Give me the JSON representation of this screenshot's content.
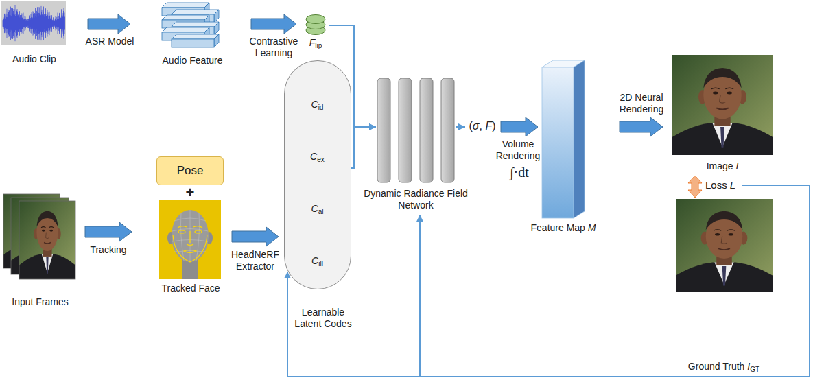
{
  "diagram": {
    "nodes": [
      {
        "text": [
          "Audio Clip"
        ]
      },
      {
        "text": [
          "Audio Feature"
        ]
      },
      {
        "text": [
          "Flip"
        ]
      },
      {
        "text": [
          "Input Frames"
        ]
      },
      {
        "text": [
          "Pose"
        ]
      },
      {
        "text": [
          "Tracked Face"
        ]
      },
      {
        "text": [
          "Learnable Latent Codes"
        ]
      },
      {
        "text": [
          "Cid"
        ],
        "in": 6
      },
      {
        "text": [
          "Cex"
        ],
        "in": 6
      },
      {
        "text": [
          "Cal"
        ],
        "in": 6
      },
      {
        "text": [
          "Cill"
        ],
        "in": 6
      },
      {
        "text": [
          "Dynamic Radiance Field Network"
        ]
      },
      {
        "text": [
          "Feature Map M"
        ]
      },
      {
        "text": [
          "Image I"
        ]
      },
      {
        "text": [
          "Ground Truth IGT"
        ]
      }
    ],
    "edges": [
      {
        "from": 0,
        "to": 1,
        "arrow": "to",
        "label": "ASR Model"
      },
      {
        "from": 1,
        "to": 2,
        "arrow": "to",
        "label": "Contrastive Learning"
      },
      {
        "from": 2,
        "to": 11,
        "arrow": "to"
      },
      {
        "from": 3,
        "to": 5,
        "arrow": "to",
        "label": "Tracking"
      },
      {
        "from": 5,
        "to": 6,
        "arrow": "to",
        "label": "HeadNeRF Extractor"
      },
      {
        "from": 6,
        "to": 11,
        "arrow": "to"
      },
      {
        "from": 11,
        "to": 12,
        "arrow": "to",
        "label": "Volume Rendering"
      },
      {
        "from": 12,
        "to": 13,
        "arrow": "to",
        "label": "2D Neural Rendering"
      },
      {
        "from": 13,
        "to": 14,
        "arrow": "both",
        "label": "Loss L"
      }
    ],
    "labels": [
      "+",
      "(σ, F)",
      "∫·dt"
    ]
  }
}
